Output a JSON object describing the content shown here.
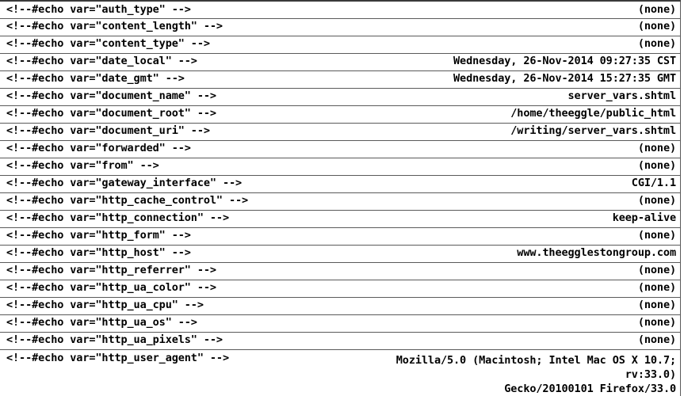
{
  "table": {
    "columns": [
      "directive",
      "value"
    ],
    "rows": [
      {
        "directive": "<!--#echo var=\"auth_type\" -->",
        "value": "(none)"
      },
      {
        "directive": "<!--#echo var=\"content_length\" -->",
        "value": "(none)"
      },
      {
        "directive": "<!--#echo var=\"content_type\" -->",
        "value": "(none)"
      },
      {
        "directive": "<!--#echo var=\"date_local\" -->",
        "value": "Wednesday, 26-Nov-2014 09:27:35 CST"
      },
      {
        "directive": "<!--#echo var=\"date_gmt\" -->",
        "value": "Wednesday, 26-Nov-2014 15:27:35 GMT"
      },
      {
        "directive": "<!--#echo var=\"document_name\" -->",
        "value": "server_vars.shtml"
      },
      {
        "directive": "<!--#echo var=\"document_root\" -->",
        "value": "/home/theeggle/public_html"
      },
      {
        "directive": "<!--#echo var=\"document_uri\" -->",
        "value": "/writing/server_vars.shtml"
      },
      {
        "directive": "<!--#echo var=\"forwarded\" -->",
        "value": "(none)"
      },
      {
        "directive": "<!--#echo var=\"from\" -->",
        "value": "(none)"
      },
      {
        "directive": "<!--#echo var=\"gateway_interface\" -->",
        "value": "CGI/1.1"
      },
      {
        "directive": "<!--#echo var=\"http_cache_control\" -->",
        "value": "(none)"
      },
      {
        "directive": "<!--#echo var=\"http_connection\" -->",
        "value": "keep-alive"
      },
      {
        "directive": "<!--#echo var=\"http_form\" -->",
        "value": "(none)"
      },
      {
        "directive": "<!--#echo var=\"http_host\" -->",
        "value": "www.theegglestongroup.com"
      },
      {
        "directive": "<!--#echo var=\"http_referrer\" -->",
        "value": "(none)"
      },
      {
        "directive": "<!--#echo var=\"http_ua_color\" -->",
        "value": "(none)"
      },
      {
        "directive": "<!--#echo var=\"http_ua_cpu\" -->",
        "value": "(none)"
      },
      {
        "directive": "<!--#echo var=\"http_ua_os\" -->",
        "value": "(none)"
      },
      {
        "directive": "<!--#echo var=\"http_ua_pixels\" -->",
        "value": "(none)"
      }
    ],
    "user_agent_row": {
      "directive": "<!--#echo var=\"http_user_agent\" -->",
      "value_line1": "Mozilla/5.0 (Macintosh; Intel Mac OS X 10.7; rv:33.0)",
      "value_line2": "Gecko/20100101 Firefox/33.0"
    }
  },
  "colors": {
    "background": "#ffffff",
    "text": "#000000",
    "rule": "#5a5a5a",
    "top_border": "#3a3a3a"
  }
}
